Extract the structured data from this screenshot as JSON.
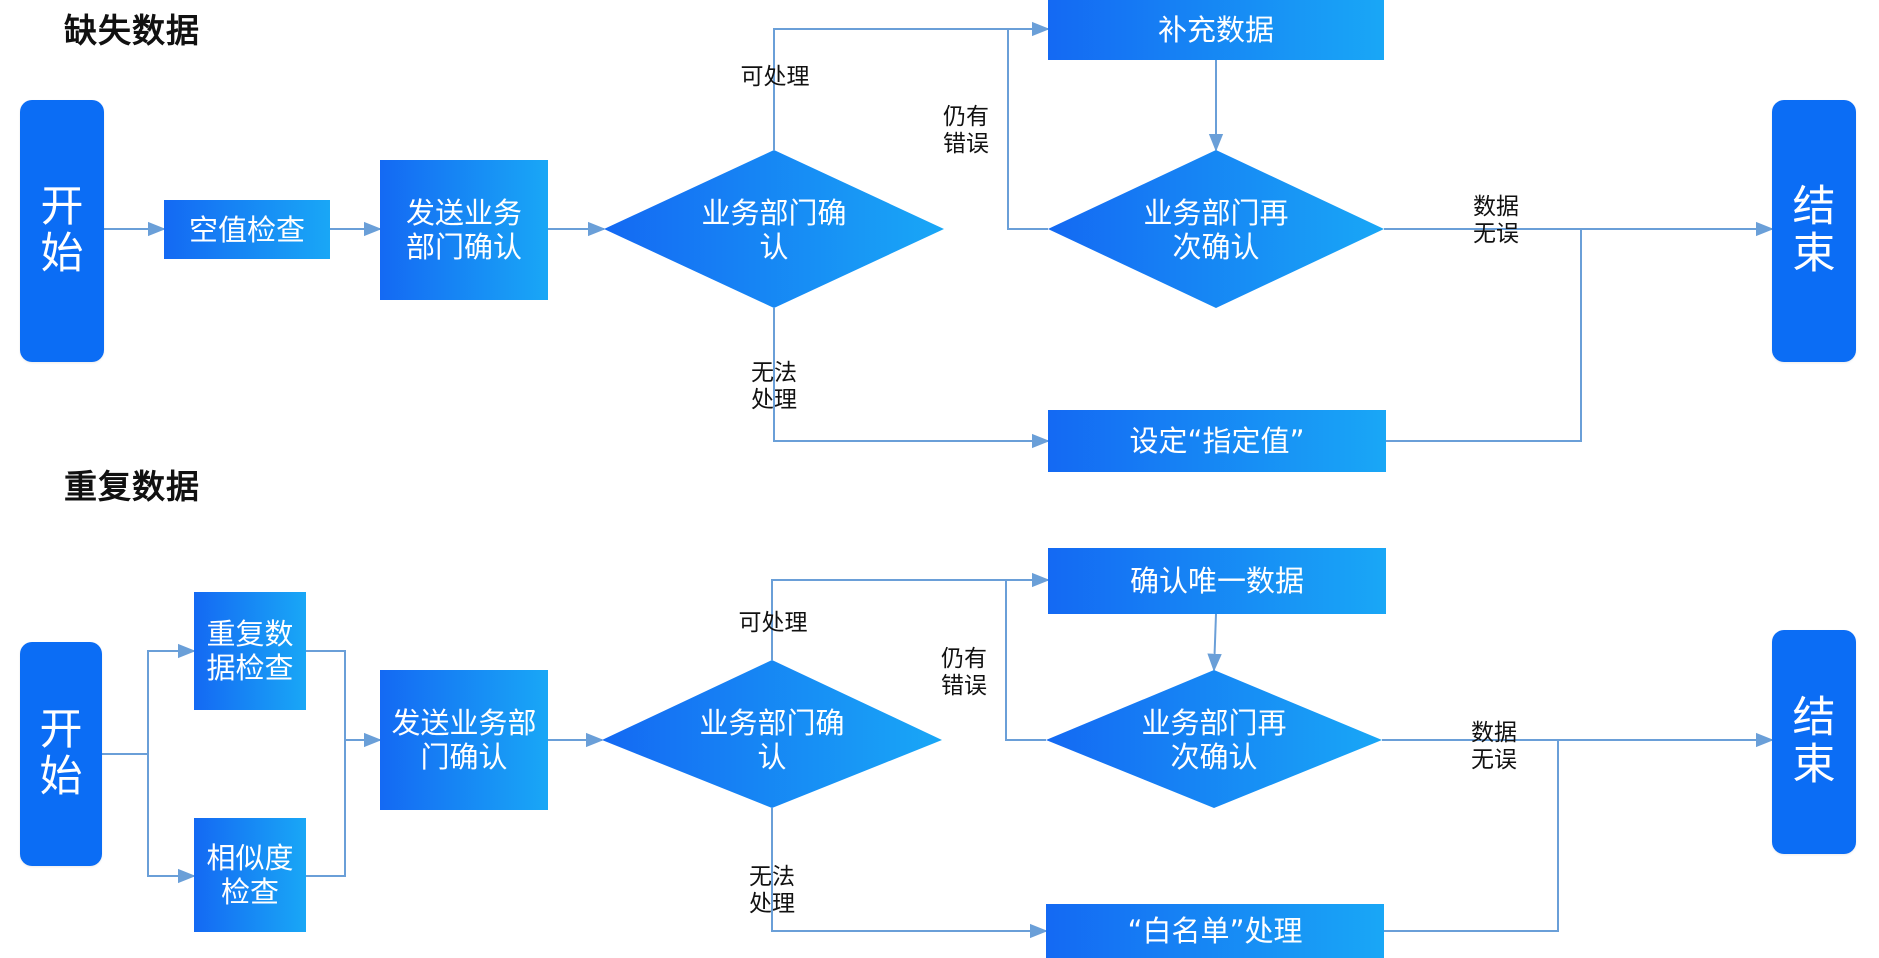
{
  "sections": {
    "missing": {
      "title": "缺失数据",
      "start": "开始",
      "end": "结束",
      "null_check": "空值检查",
      "send_dept": "发送业务部门确认",
      "dept_confirm": "业务部门确认",
      "supplement": "补充数据",
      "dept_reconfirm": "业务部门再次确认",
      "set_value": "设定“指定值”",
      "label_can_handle": "可处理",
      "label_still_error": "仍有错误",
      "label_no_error": "数据无误",
      "label_cannot_handle": "无法处理"
    },
    "duplicate": {
      "title": "重复数据",
      "start": "开始",
      "end": "结束",
      "dup_check": "重复数据检查",
      "similarity_check": "相似度检查",
      "send_dept": "发送业务部门确认",
      "dept_confirm": "业务部门确认",
      "confirm_unique": "确认唯一数据",
      "dept_reconfirm": "业务部门再次确认",
      "whitelist": "“白名单”处理",
      "label_can_handle": "可处理",
      "label_still_error": "仍有错误",
      "label_no_error": "数据无误",
      "label_cannot_handle": "无法处理"
    }
  },
  "colors": {
    "node_blue": "#0b6df5",
    "gradient_start": "#1469f3",
    "gradient_end": "#19a7f6",
    "connector": "#6a9fd8"
  }
}
